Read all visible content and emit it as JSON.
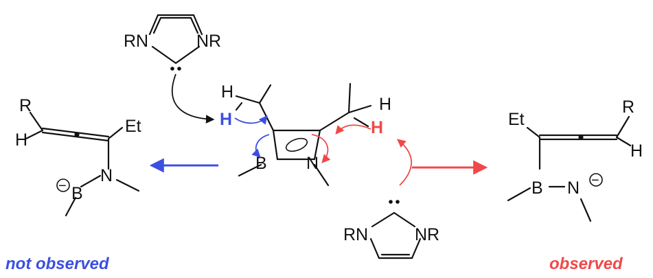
{
  "colors": {
    "blue": "#3b4fe0",
    "red": "#f04848",
    "ink": "#111111"
  },
  "labels": {
    "nhc_top_rn": "RN",
    "nhc_top_nr": "NR",
    "nhc_bottom_rn": "RN",
    "nhc_bottom_nr": "NR",
    "center_h_left": "H",
    "center_h_blue": "H",
    "center_h_right": "H",
    "center_h_red": "H",
    "center_b": "B",
    "center_n": "N",
    "left_r": "R",
    "left_h": "H",
    "left_et": "Et",
    "left_b": "B",
    "left_n": "N",
    "left_minus": "−",
    "right_r": "R",
    "right_h": "H",
    "right_et": "Et",
    "right_b": "B",
    "right_n": "N",
    "right_minus": "−"
  },
  "captions": {
    "left": "not observed",
    "right": "observed"
  }
}
